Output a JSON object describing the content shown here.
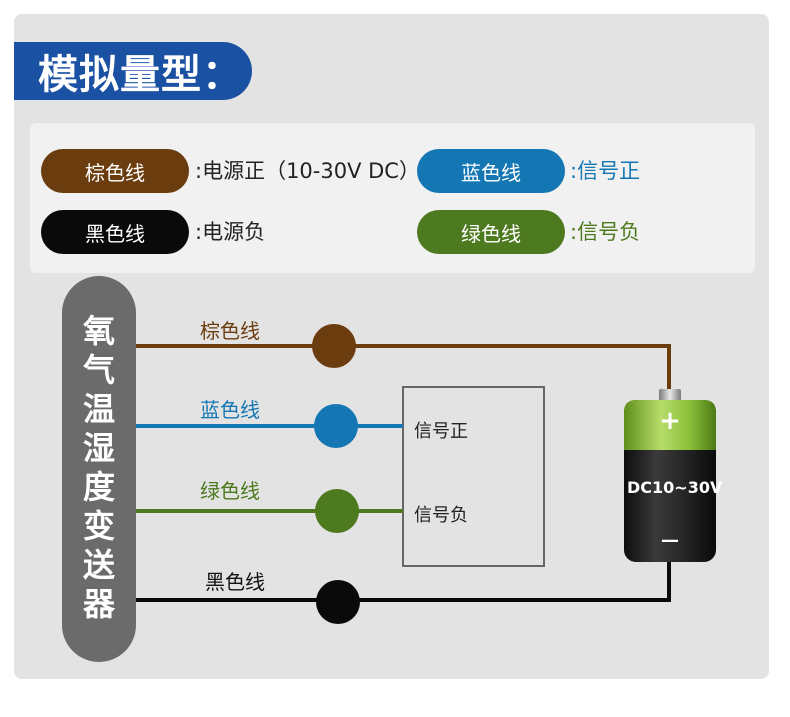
{
  "title": "模拟量型：",
  "legend": {
    "brown_label": "棕色线",
    "brown_desc": ":电源正（10-30V DC）",
    "black_label": "黑色线",
    "black_desc": ":电源负",
    "blue_label": "蓝色线",
    "blue_desc": ":信号正",
    "green_label": "绿色线",
    "green_desc": ":信号负"
  },
  "device": {
    "name": "氧气温湿度变送器"
  },
  "wires": {
    "brown": "棕色线",
    "blue": "蓝色线",
    "green": "绿色线",
    "black": "黑色线"
  },
  "receiver": {
    "signal_pos": "信号正",
    "signal_neg": "信号负"
  },
  "battery": {
    "plus": "+",
    "minus": "—",
    "label": "DC10~30V"
  },
  "colors": {
    "brown": "#6b3d0e",
    "blue": "#1477b4",
    "green": "#4e7a1f",
    "black": "#0a0a0a",
    "title_blue": "#1b51a3",
    "device_gray": "#6b6b6b"
  }
}
